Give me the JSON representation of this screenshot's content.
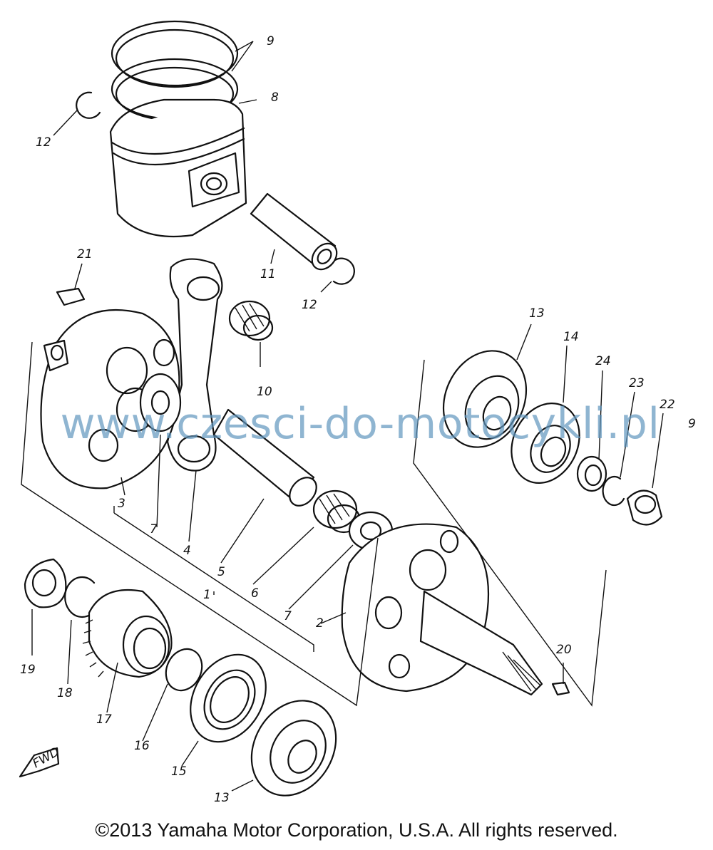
{
  "diagram": {
    "callouts": [
      "1",
      "2",
      "3",
      "4",
      "5",
      "6",
      "7",
      "7",
      "8",
      "9",
      "9",
      "10",
      "11",
      "12",
      "12",
      "13",
      "13",
      "14",
      "15",
      "16",
      "17",
      "18",
      "19",
      "20",
      "21",
      "22",
      "23",
      "24"
    ],
    "fwd_label": "FWD"
  },
  "watermark": "www.czesci-do-motocykli.pl",
  "copyright": "©2013 Yamaha Motor Corporation, U.S.A. All rights reserved."
}
